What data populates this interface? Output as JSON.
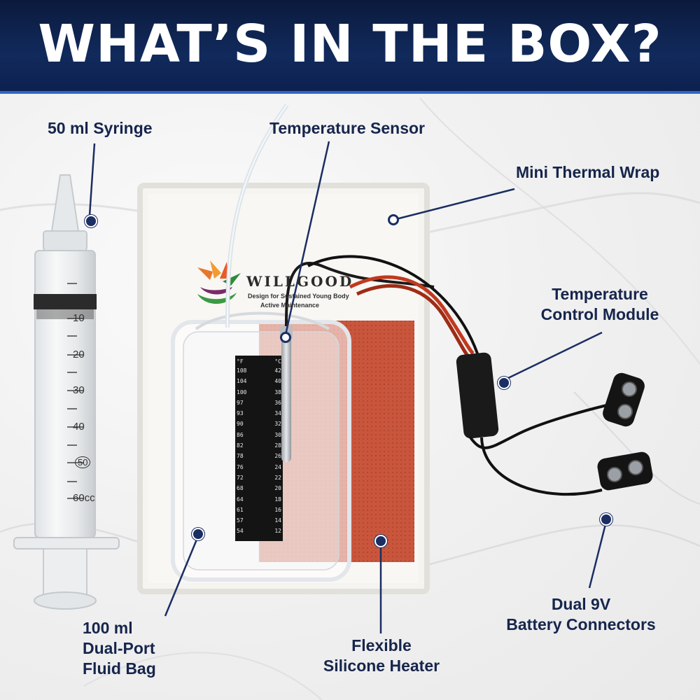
{
  "banner": {
    "title": "WHAT’S IN THE BOX?"
  },
  "brand": {
    "name": "WILLGOOD",
    "tagline1": "Design for Sustained Young Body",
    "tagline2": "Active Maintenance"
  },
  "callouts": {
    "syringe": "50 ml Syringe",
    "sensor": "Temperature Sensor",
    "wrap": "Mini Thermal Wrap",
    "module_line1": "Temperature",
    "module_line2": "Control Module",
    "connectors_line1": "Dual 9V",
    "connectors_line2": "Battery Connectors",
    "heater_line1": "Flexible",
    "heater_line2": "Silicone Heater",
    "bag_line1": "100 ml",
    "bag_line2": "Dual-Port",
    "bag_line3": "Fluid Bag"
  },
  "syringe_scale": [
    "10",
    "20",
    "30",
    "40",
    "50",
    "60cc"
  ],
  "thermometer": {
    "f_header": "°F",
    "c_header": "°C",
    "f_values": [
      "108",
      "104",
      "100",
      "97",
      "93",
      "90",
      "86",
      "82",
      "78",
      "76",
      "72",
      "68",
      "64",
      "61",
      "57",
      "54"
    ],
    "c_values": [
      "42",
      "40",
      "38",
      "36",
      "34",
      "32",
      "30",
      "28",
      "26",
      "24",
      "22",
      "20",
      "18",
      "16",
      "14",
      "12"
    ]
  },
  "colors": {
    "banner": "#0d2150",
    "accent_line": "#2f66c8",
    "callout_text": "#16254c",
    "heater": "#c8553a",
    "wrap": "#f3f2ee"
  }
}
